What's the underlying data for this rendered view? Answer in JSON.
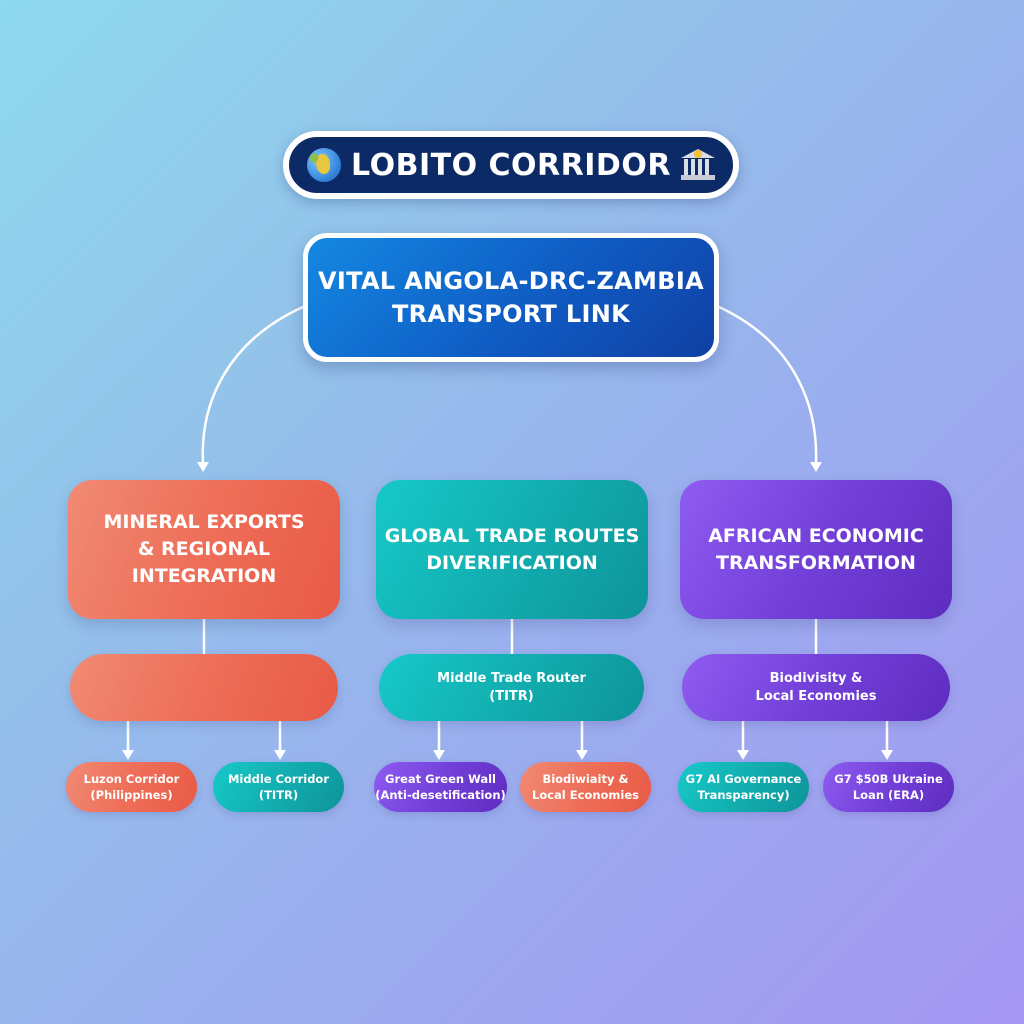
{
  "title": {
    "text": "LOBITO CORRIDOR",
    "left_icon": "globe-africa-icon",
    "right_icon": "bank-building-icon",
    "background": "#0b2a66"
  },
  "main": {
    "text": "VITAL ANGOLA-DRC-ZAMBIA\nTRANSPORT LINK",
    "color": "#0f5cc4"
  },
  "categories": [
    {
      "text": "MINERAL EXPORTS\n& REGIONAL\nINTEGRATION",
      "color": "#ee6e58",
      "sub": {
        "text": ""
      },
      "leaves": [
        {
          "text": "Luzon Corridor\n(Philippines)",
          "color": "#ee6e58"
        },
        {
          "text": "Middle Corridor\n(TITR)",
          "color": "#12aeb0"
        }
      ]
    },
    {
      "text": "GLOBAL TRADE ROUTES\nDIVERIFICATION",
      "color": "#12aeb0",
      "sub": {
        "text": "Middle Trade Router\n(TITR)"
      },
      "leaves": [
        {
          "text": "Great Green Wall\n(Anti-desetification)",
          "color": "#7240d8"
        },
        {
          "text": "Biodiwiaity &\nLocal Economies",
          "color": "#ee6e58"
        }
      ]
    },
    {
      "text": "AFRICAN ECONOMIC\nTRANSFORMATION",
      "color": "#7240d8",
      "sub": {
        "text": "Biodivisity &\nLocal Economies"
      },
      "leaves": [
        {
          "text": "G7 AI Governance\nTransparency)",
          "color": "#12aeb0"
        },
        {
          "text": "G7 $50B Ukraine\nLoan (ERA)",
          "color": "#7240d8"
        }
      ]
    }
  ],
  "background": {
    "top_left": "#8ed9ee",
    "bottom_right": "#a596f2"
  }
}
